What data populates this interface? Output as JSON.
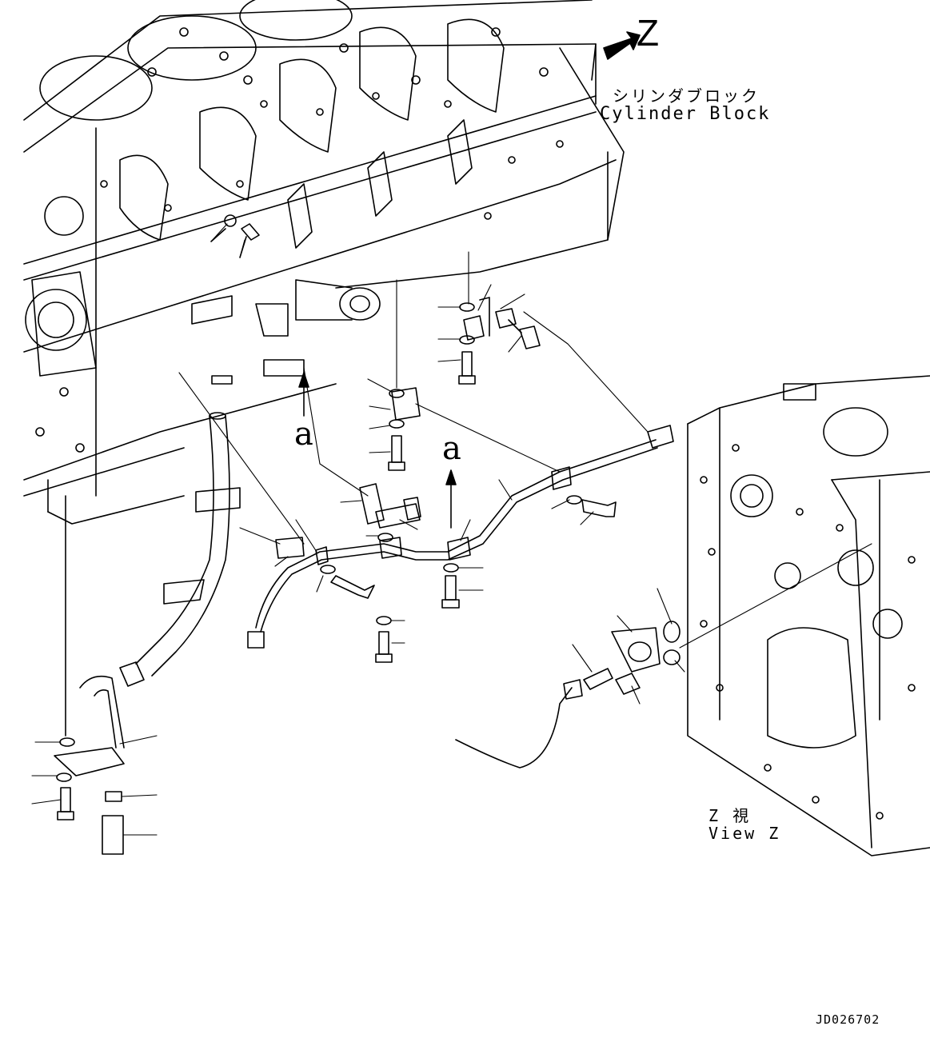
{
  "labels": {
    "view_letter": "Z",
    "part_name_jp": "シリンダブロック",
    "part_name_en": "Cylinder Block",
    "detail_a_1": "a",
    "detail_a_2": "a",
    "view_caption_jp": "Z 視",
    "view_caption_en": "View Z",
    "drawing_id": "JD026702"
  },
  "colors": {
    "line": "#000000",
    "background": "#ffffff"
  }
}
